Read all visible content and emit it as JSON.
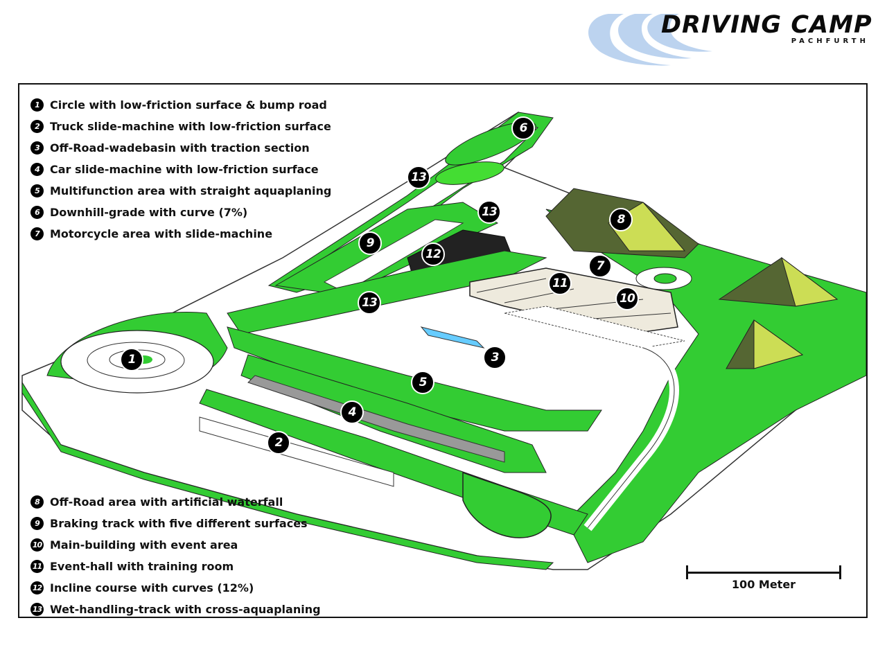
{
  "logo": {
    "title": "DRIVING CAMP",
    "subtitle": "PACHFURTH"
  },
  "colors": {
    "grass": "#33cc33",
    "grass_light": "#66ee44",
    "road": "#ffffff",
    "outline": "#222222",
    "water": "#66ccff",
    "hill": "#ccdd55",
    "logo_swoosh": "#bcd3ef"
  },
  "legend": {
    "top": [
      {
        "num": "1",
        "label": "Circle with low-friction surface & bump road"
      },
      {
        "num": "2",
        "label": "Truck slide-machine with low-friction surface"
      },
      {
        "num": "3",
        "label": "Off-Road-wadebasin with traction section"
      },
      {
        "num": "4",
        "label": "Car slide-machine with low-friction surface"
      },
      {
        "num": "5",
        "label": "Multifunction area with straight aquaplaning"
      },
      {
        "num": "6",
        "label": "Downhill-grade with curve  (7%)"
      },
      {
        "num": "7",
        "label": "Motorcycle area with slide-machine"
      }
    ],
    "bottom": [
      {
        "num": "8",
        "label": "Off-Road area with artificial waterfall"
      },
      {
        "num": "9",
        "label": "Braking track with five different surfaces"
      },
      {
        "num": "10",
        "label": "Main-building with event area"
      },
      {
        "num": "11",
        "label": "Event-hall with training room"
      },
      {
        "num": "12",
        "label": "Incline course with curves (12%)"
      },
      {
        "num": "13",
        "label": "Wet-handling-track with cross-aquaplaning"
      }
    ]
  },
  "markers": [
    "1",
    "2",
    "3",
    "4",
    "5",
    "6",
    "7",
    "8",
    "9",
    "10",
    "11",
    "12",
    "13",
    "13",
    "13"
  ],
  "scale": {
    "label": "100 Meter",
    "value_m": 100
  }
}
